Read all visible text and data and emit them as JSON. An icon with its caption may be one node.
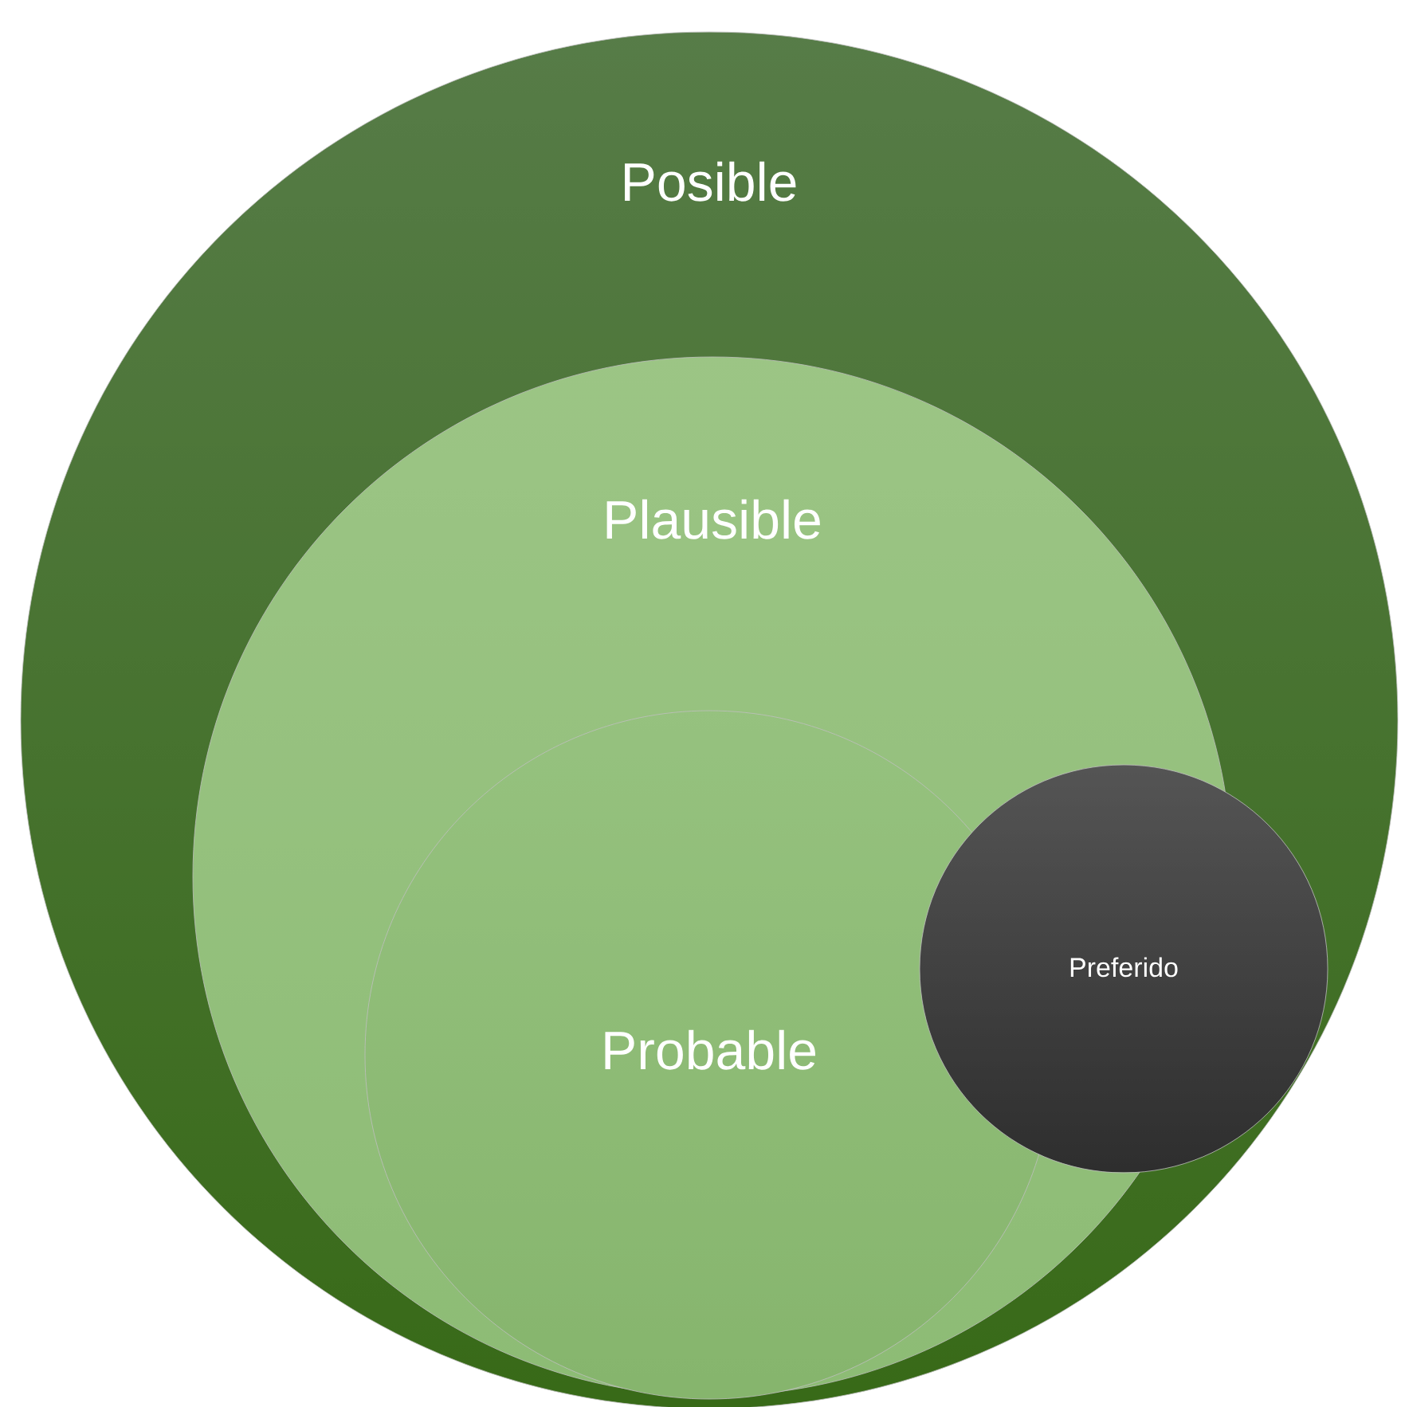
{
  "diagram": {
    "nodes": [
      {
        "text": [
          "Posible"
        ]
      },
      {
        "text": [
          "Plausible"
        ],
        "in": 0
      },
      {
        "text": [
          "Probable"
        ],
        "in": 1
      },
      {
        "text": [
          "Preferido"
        ],
        "in": 0
      }
    ]
  }
}
